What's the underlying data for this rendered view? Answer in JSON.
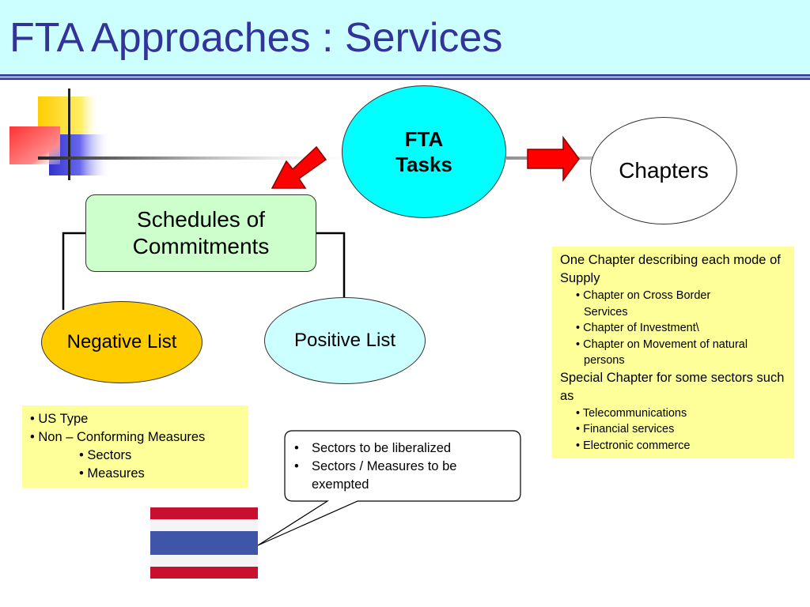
{
  "title": "FTA Approaches : Services",
  "colors": {
    "title_band": "#ccffff",
    "title_text": "#333399",
    "fta_node": "#00ffff",
    "schedules_node": "#ccffcc",
    "negative_node": "#ffcc00",
    "positive_node": "#ccffff",
    "note_box": "#ffff99",
    "arrow": "#ff0000",
    "flag_red": "#c8102e",
    "flag_blue": "#3e55a8"
  },
  "nodes": {
    "fta_line1": "FTA",
    "fta_line2": "Tasks",
    "chapters": "Chapters",
    "schedules_line1": "Schedules of",
    "schedules_line2": "Commitments",
    "negative": "Negative List",
    "positive": "Positive List"
  },
  "negative_notes": {
    "items": [
      "• US Type",
      "• Non – Conforming Measures"
    ],
    "subitems": [
      "• Sectors",
      "• Measures"
    ]
  },
  "positive_callout": {
    "items": [
      "Sectors to be liberalized",
      "Sectors / Measures to be exempted"
    ]
  },
  "chapters_notes": {
    "intro": "One Chapter describing each mode of Supply",
    "mode_items": [
      {
        "first": "• Chapter on Cross Border",
        "cont": "Services"
      },
      {
        "first": "• Chapter of Investment\\",
        "cont": ""
      },
      {
        "first": "• Chapter on Movement of natural",
        "cont": "persons"
      }
    ],
    "special": "Special Chapter for some sectors such as",
    "sector_items": [
      "•  Telecommunications",
      "•  Financial services",
      "•  Electronic commerce"
    ]
  },
  "icons": {
    "decor": "color-squares-decoration-icon",
    "flag": "thailand-flag-icon",
    "arrow": "red-block-arrow-icon"
  }
}
